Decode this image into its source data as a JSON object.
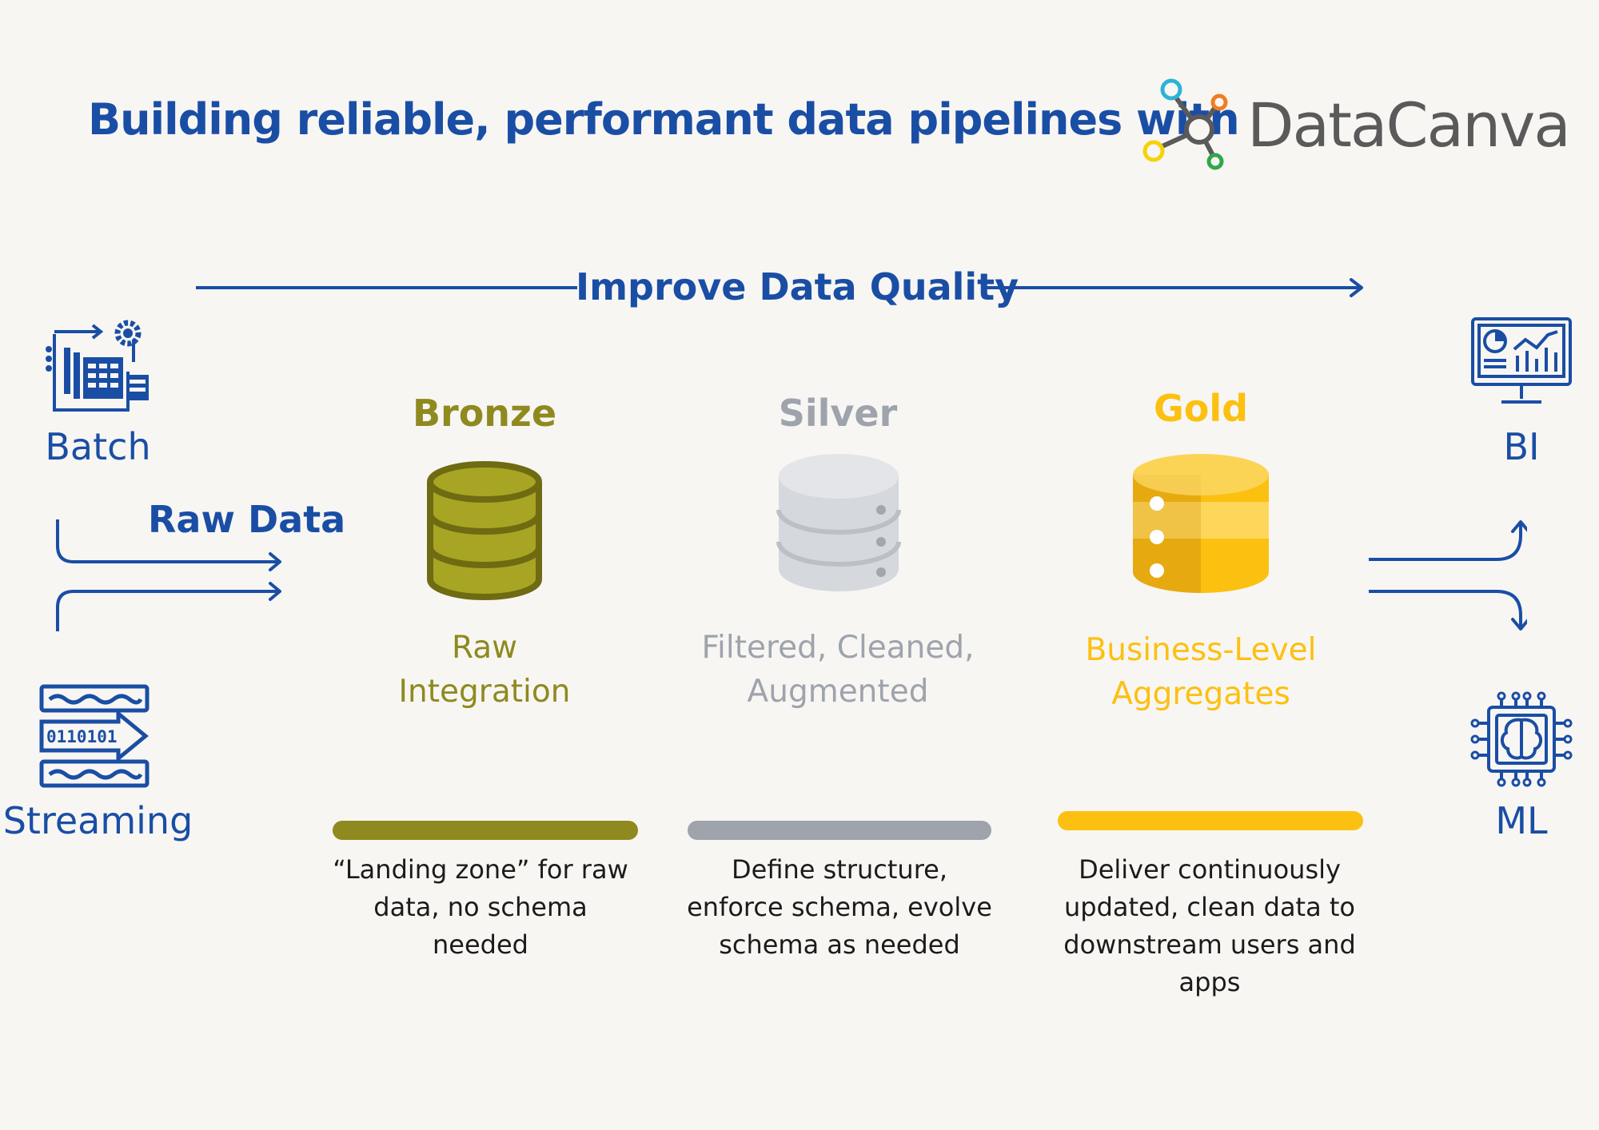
{
  "header": {
    "title": "Building reliable, performant data pipelines with",
    "brand_name": "DataCanva"
  },
  "flow": {
    "quality_label": "Improve Data Quality",
    "raw_data_label": "Raw Data"
  },
  "sources": {
    "batch_label": "Batch",
    "streaming_label": "Streaming",
    "streaming_binary": "0110101"
  },
  "outputs": {
    "bi_label": "BI",
    "ml_label": "ML"
  },
  "tiers": {
    "bronze": {
      "name": "Bronze",
      "sub_line1": "Raw",
      "sub_line2": "Integration",
      "description": [
        "“Landing zone” for raw",
        "data, no schema",
        "needed"
      ],
      "color": "#8e8a1f"
    },
    "silver": {
      "name": "Silver",
      "sub_line1": "Filtered, Cleaned,",
      "sub_line2": "Augmented",
      "description": [
        "Define structure,",
        "enforce schema, evolve",
        "schema as needed"
      ],
      "color": "#9ea3ac"
    },
    "gold": {
      "name": "Gold",
      "sub_line1": "Business-Level",
      "sub_line2": "Aggregates",
      "description": [
        "Deliver continuously",
        "updated, clean data to",
        "downstream users and",
        "apps"
      ],
      "color": "#fcc010"
    }
  },
  "colors": {
    "accent_blue": "#1a4ea5",
    "background": "#f8f6f3",
    "bronze": "#8e8a1f",
    "silver": "#9ea3ac",
    "gold": "#fcc010"
  },
  "icons": [
    "datacanva-logo-icon",
    "batch-processing-icon",
    "streaming-data-icon",
    "bronze-database-icon",
    "silver-database-icon",
    "gold-database-icon",
    "bi-dashboard-icon",
    "ml-chip-brain-icon",
    "arrow-icon"
  ]
}
